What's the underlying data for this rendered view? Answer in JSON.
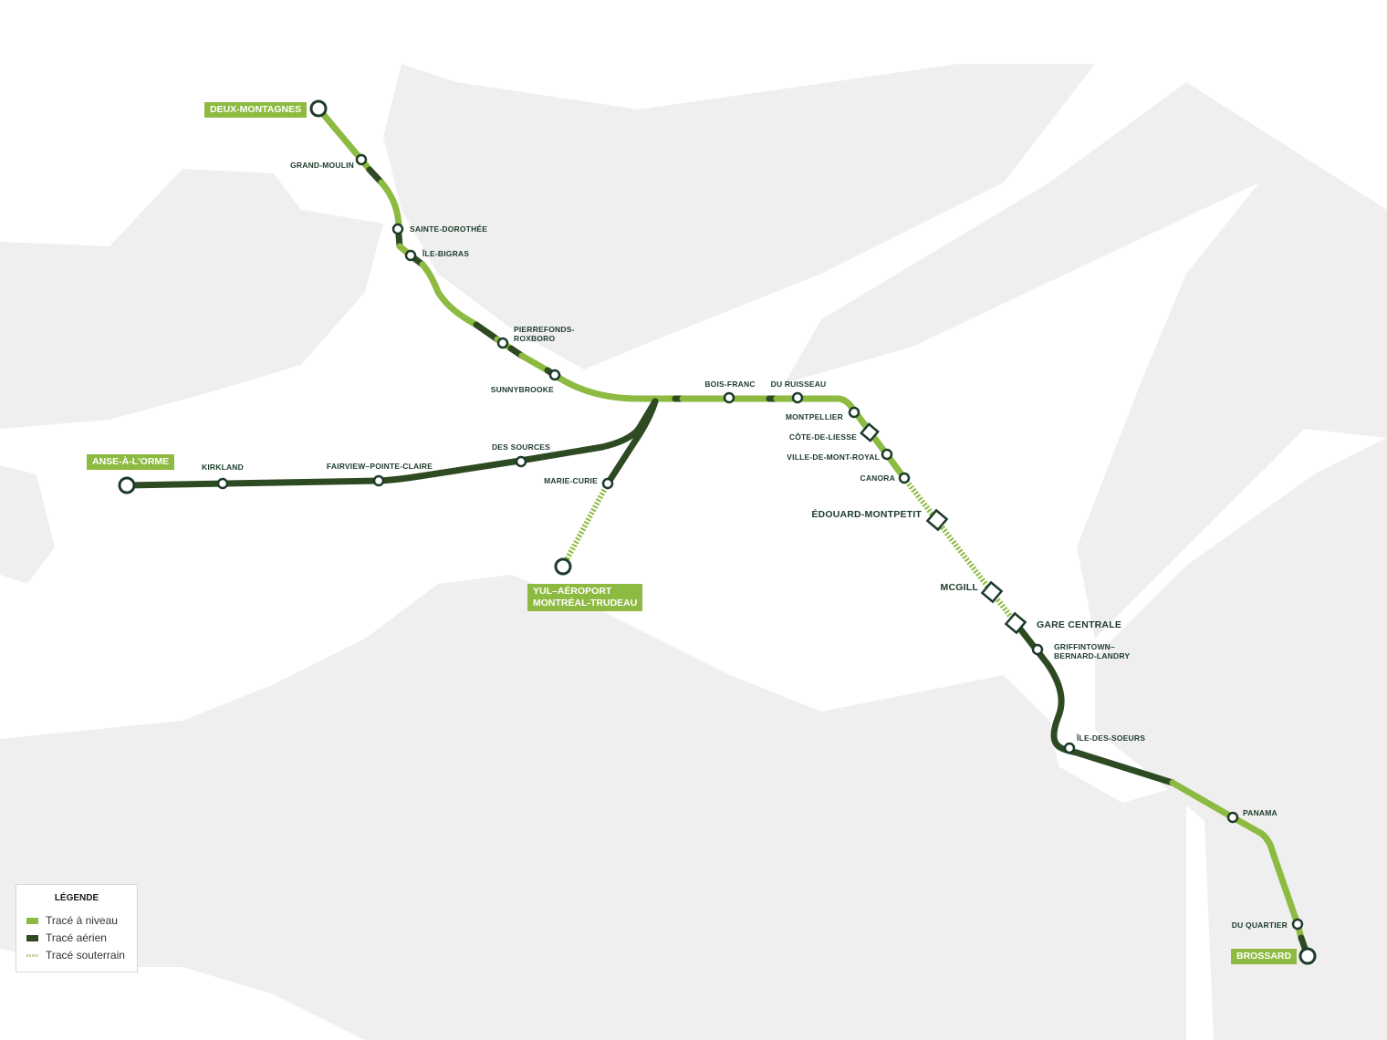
{
  "colors": {
    "at_grade": "#8dba40",
    "elevated": "#2e4a22",
    "underground": "#8dba40",
    "station": "#1d3b2a",
    "land": "#efefef"
  },
  "legend": {
    "title": "LÉGENDE",
    "items": [
      {
        "label": "Tracé à niveau",
        "type": "at_grade"
      },
      {
        "label": "Tracé aérien",
        "type": "elevated"
      },
      {
        "label": "Tracé souterrain",
        "type": "underground"
      }
    ]
  },
  "stations": [
    {
      "name": "DEUX-MONTAGNES",
      "terminus": true
    },
    {
      "name": "GRAND-MOULIN"
    },
    {
      "name": "SAINTE-DOROTHÉE"
    },
    {
      "name": "ÎLE-BIGRAS"
    },
    {
      "name": "PIERREFONDS-\nROXBORO"
    },
    {
      "name": "SUNNYBROOKE"
    },
    {
      "name": "BOIS-FRANC"
    },
    {
      "name": "DU RUISSEAU"
    },
    {
      "name": "MONTPELLIER"
    },
    {
      "name": "CÔTE-DE-LIESSE",
      "interchange": true
    },
    {
      "name": "VILLE-DE-MONT-ROYAL"
    },
    {
      "name": "CANORA"
    },
    {
      "name": "ÉDOUARD-MONTPETIT",
      "interchange": true
    },
    {
      "name": "MCGILL",
      "interchange": true
    },
    {
      "name": "GARE CENTRALE",
      "interchange": true
    },
    {
      "name": "GRIFFINTOWN–\nBERNARD-LANDRY"
    },
    {
      "name": "ÎLE-DES-SOEURS"
    },
    {
      "name": "PANAMA"
    },
    {
      "name": "DU QUARTIER"
    },
    {
      "name": "BROSSARD",
      "terminus": true
    },
    {
      "name": "ANSE-À-L'ORME",
      "terminus": true
    },
    {
      "name": "KIRKLAND"
    },
    {
      "name": "FAIRVIEW–POINTE-CLAIRE"
    },
    {
      "name": "DES SOURCES"
    },
    {
      "name": "MARIE-CURIE"
    },
    {
      "name": "YUL–AÉROPORT\nMONTRÉAL-TRUDEAU",
      "terminus": true
    }
  ]
}
